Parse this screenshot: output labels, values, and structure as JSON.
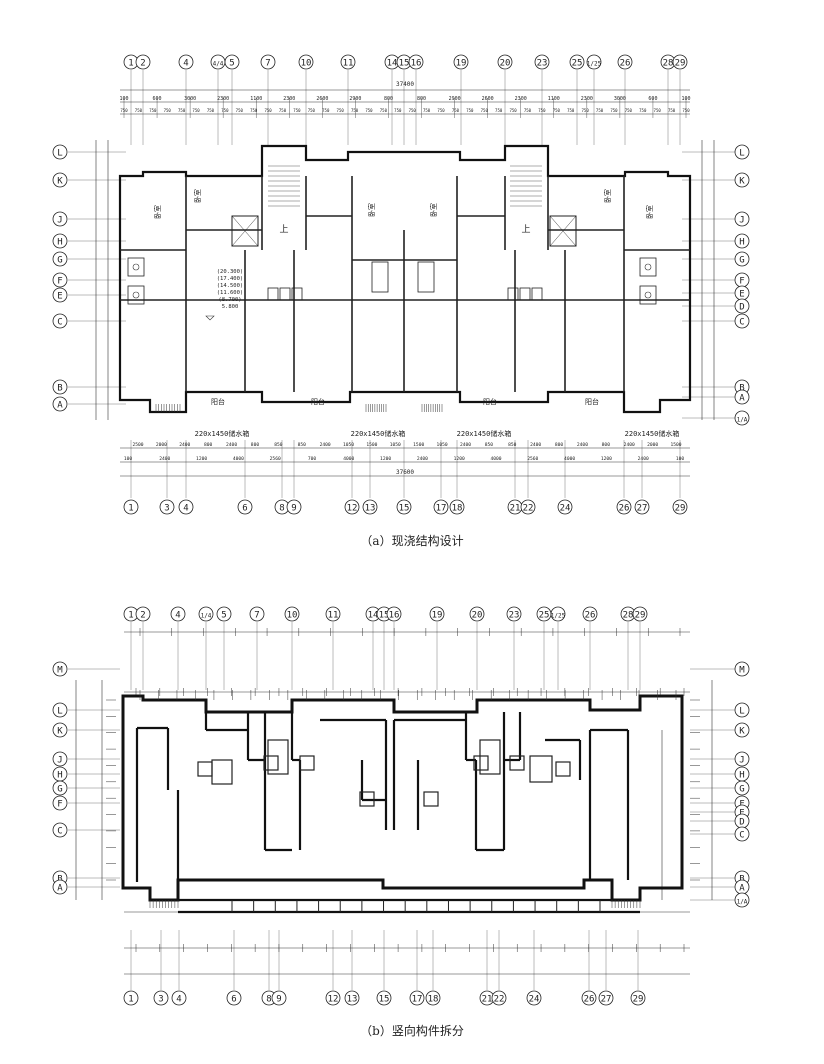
{
  "figure_a": {
    "caption": "（a）现浇结构设计",
    "top_axes": [
      "1",
      "2",
      "4",
      "4/4",
      "5",
      "7",
      "10",
      "11",
      "14",
      "15",
      "16",
      "19",
      "20",
      "23",
      "25",
      "1/25",
      "26",
      "28",
      "29"
    ],
    "bottom_axes": [
      "1",
      "3",
      "4",
      "6",
      "8",
      "9",
      "12",
      "13",
      "15",
      "17",
      "18",
      "21",
      "22",
      "24",
      "26",
      "27",
      "29"
    ],
    "left_axes": [
      "L",
      "K",
      "J",
      "H",
      "G",
      "F",
      "E",
      "C",
      "B",
      "A"
    ],
    "right_axes": [
      "L",
      "K",
      "J",
      "H",
      "G",
      "F",
      "E",
      "D",
      "C",
      "B",
      "A",
      "1/A"
    ],
    "top_dims_row1": [
      "100",
      "600",
      "3000",
      "2300",
      "1100",
      "2300",
      "2600",
      "2900",
      "800",
      "800",
      "2900",
      "2600",
      "2300",
      "1100",
      "2300",
      "3000",
      "600",
      "100"
    ],
    "top_total": "37400",
    "bottom_dims_row1": [
      "2500",
      "2000",
      "2400",
      "800",
      "2400",
      "800",
      "850",
      "850",
      "2400",
      "1050",
      "1500",
      "1050",
      "1500",
      "1050",
      "2400",
      "850",
      "850",
      "2400",
      "800",
      "2400",
      "800",
      "2400",
      "2000",
      "1500"
    ],
    "bottom_dims_row2": [
      "100",
      "2400",
      "1200",
      "4000",
      "2560",
      "700",
      "4000",
      "1200",
      "2400",
      "1200",
      "4000",
      "2560",
      "4000",
      "1200",
      "2400",
      "100"
    ],
    "bottom_total": "37600",
    "room_labels": [
      "卧室",
      "卧室",
      "卧室",
      "卧室",
      "卧室",
      "卧室"
    ],
    "balcony_labels": [
      "阳台",
      "阳台",
      "阳台",
      "阳台"
    ],
    "tank_labels": [
      "220x1450储水箱",
      "220x1450储水箱",
      "220x1450储水箱",
      "220x1450储水箱"
    ],
    "elevations": [
      "(20.300)",
      "(17.400)",
      "(14.500)",
      "(11.600)",
      "(8.700)",
      "5.800"
    ],
    "stair_label": "上"
  },
  "figure_b": {
    "caption": "（b）竖向构件拆分",
    "top_axes": [
      "1",
      "2",
      "4",
      "1/4",
      "5",
      "7",
      "10",
      "11",
      "14",
      "15",
      "16",
      "19",
      "20",
      "23",
      "25",
      "1/25",
      "26",
      "28",
      "29"
    ],
    "bottom_axes": [
      "1",
      "3",
      "4",
      "6",
      "8",
      "9",
      "12",
      "13",
      "15",
      "17",
      "18",
      "21",
      "22",
      "24",
      "26",
      "27",
      "29"
    ],
    "left_axes": [
      "M",
      "L",
      "K",
      "J",
      "H",
      "G",
      "F",
      "C",
      "B",
      "A"
    ],
    "right_axes": [
      "M",
      "L",
      "K",
      "J",
      "H",
      "G",
      "F",
      "E",
      "D",
      "C",
      "B",
      "A",
      "1/A"
    ]
  }
}
